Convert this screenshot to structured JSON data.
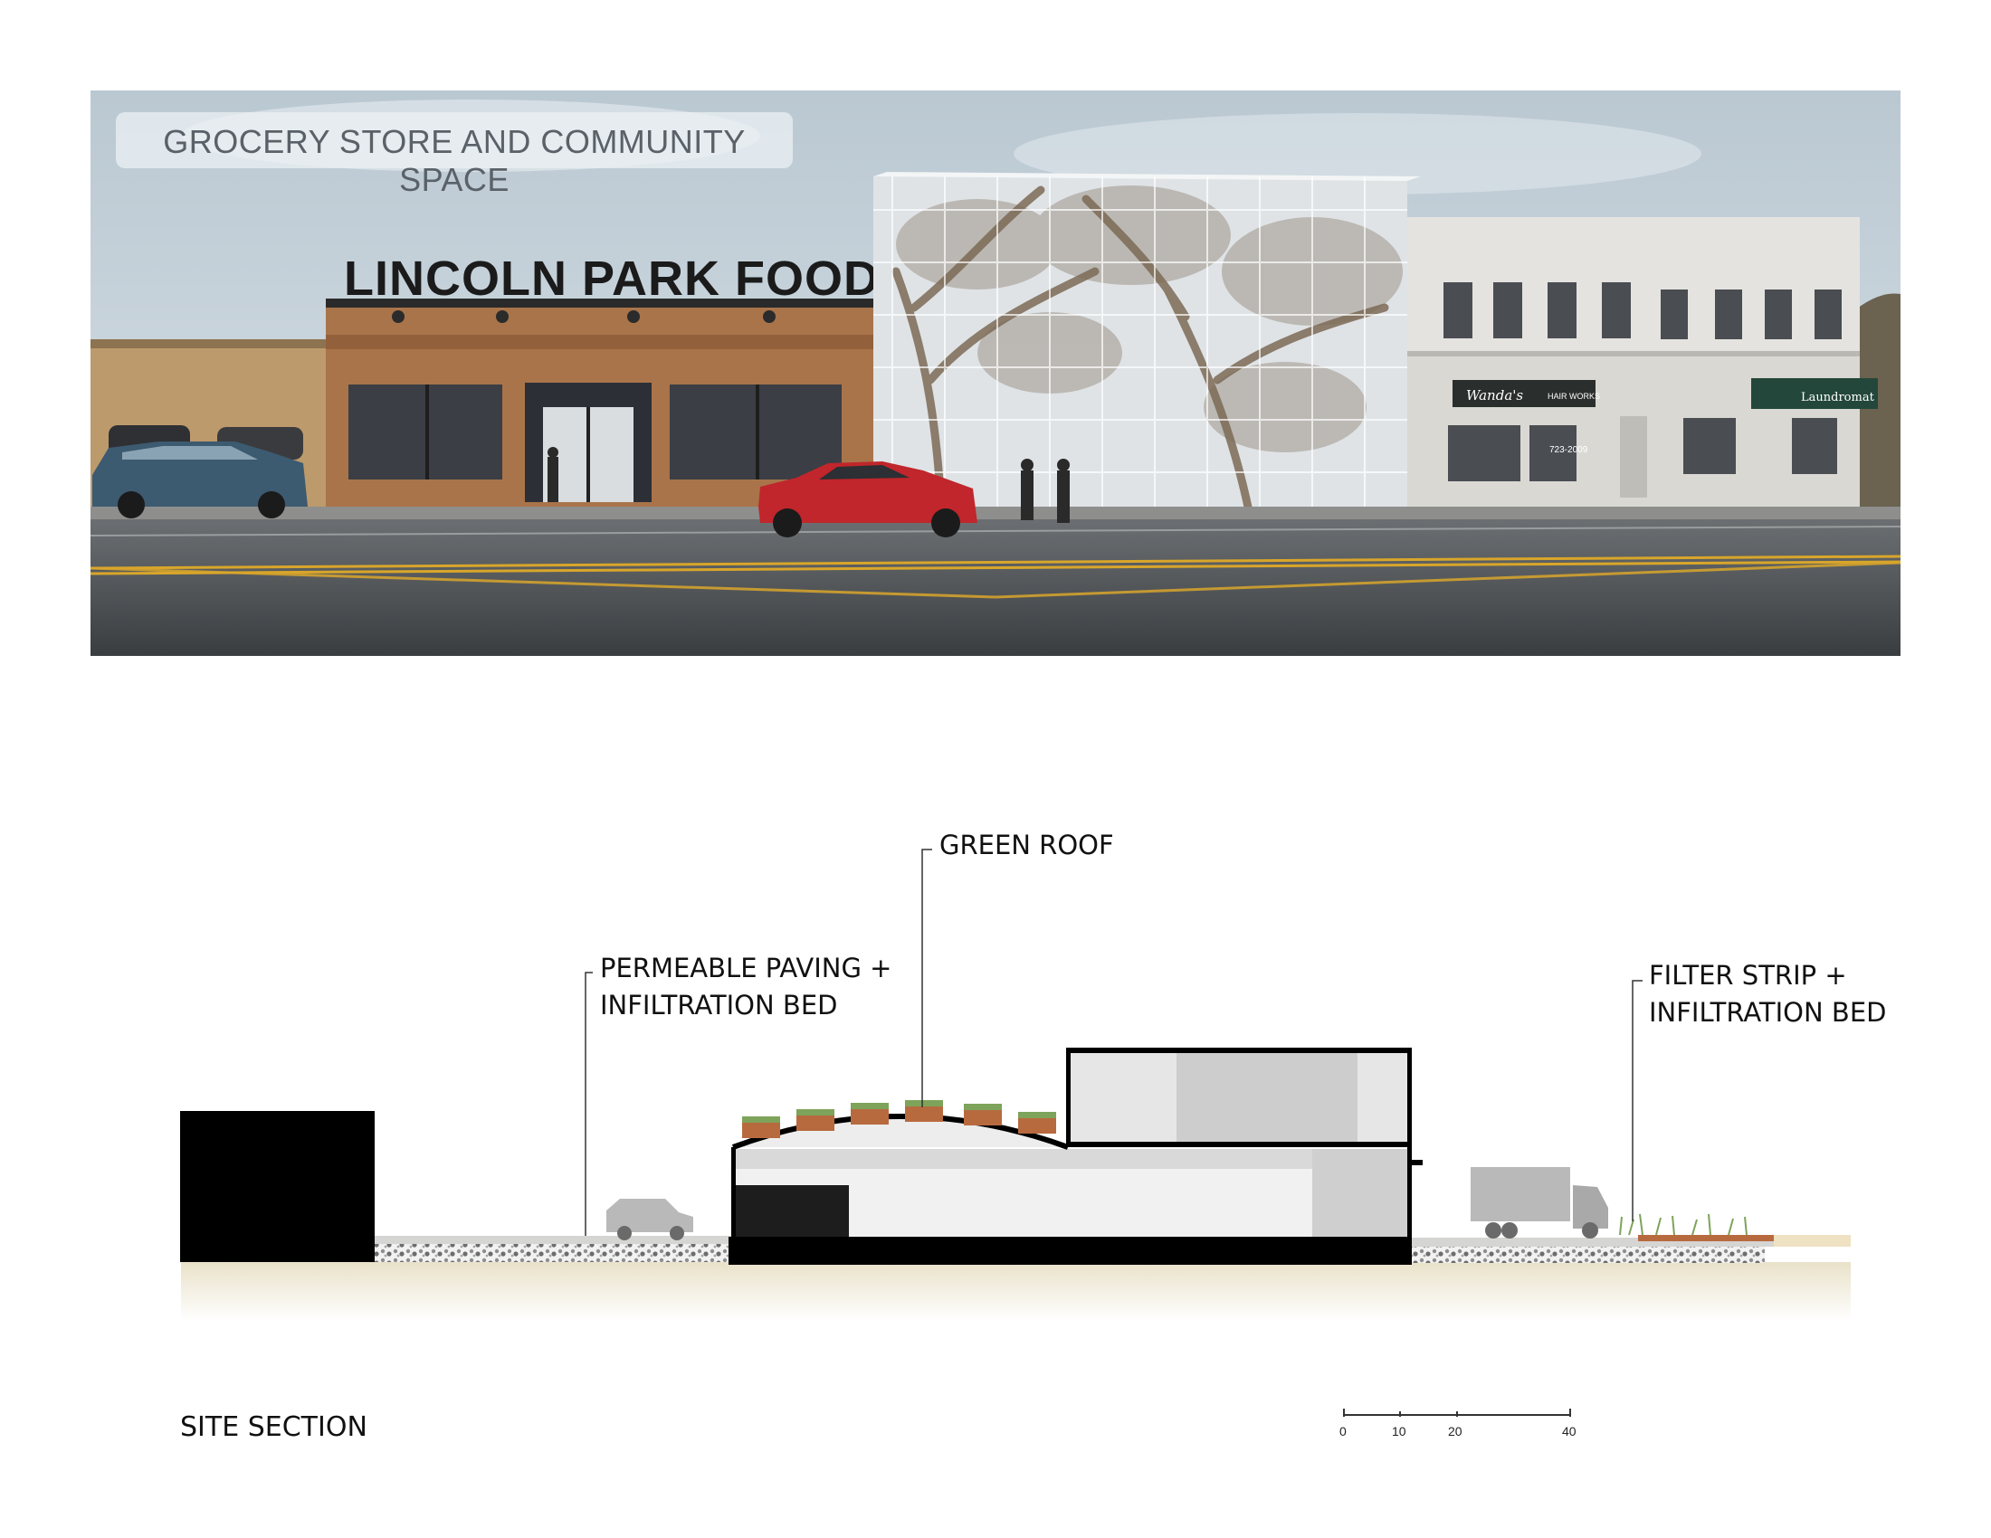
{
  "render": {
    "title": "GROCERY STORE AND COMMUNITY SPACE",
    "storefront_sign": "LINCOLN PARK FOODS",
    "signs": [
      {
        "id": "hair-sign",
        "text": "Wanda's",
        "sub": "HAIR WORKS"
      },
      {
        "id": "laundromat-sign",
        "text": "Laundromat"
      },
      {
        "id": "phone-sign",
        "text": "723-2009"
      }
    ]
  },
  "section": {
    "title": "SITE SECTION",
    "callouts": [
      {
        "id": "green-roof",
        "lines": [
          "GREEN ROOF"
        ]
      },
      {
        "id": "permeable-paving",
        "lines": [
          "PERMEABLE PAVING +",
          "INFILTRATION BED"
        ]
      },
      {
        "id": "filter-strip",
        "lines": [
          "FILTER STRIP +",
          "INFILTRATION BED"
        ]
      }
    ],
    "scale_bar": {
      "ticks": [
        "0",
        "10",
        "20",
        "40"
      ]
    }
  },
  "colors": {
    "sky": "#c9d6df",
    "brick": "#a9744a",
    "glass": "#dfe3e6",
    "neighbor": "#d9d8d3",
    "road": "#4e5255",
    "lane_line": "#d9a62a",
    "car_red": "#c0262b",
    "car_blue": "#3c5a70",
    "mass": "#000000",
    "planter": "#b86a3f",
    "vegetation": "#7ea35a"
  }
}
